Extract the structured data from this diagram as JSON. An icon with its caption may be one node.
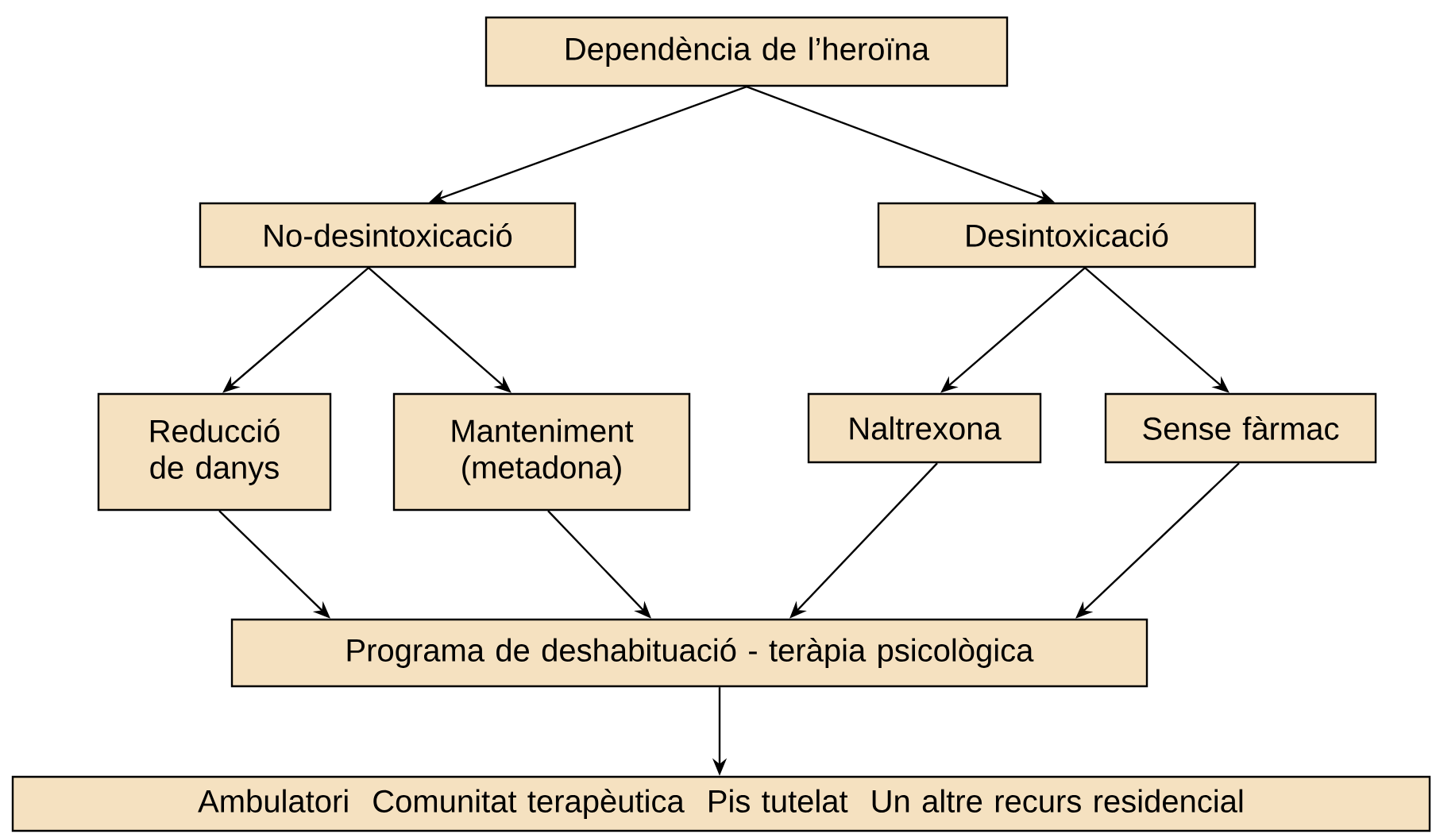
{
  "diagram": {
    "nodes": [
      {
        "text": [
          "Dependència de l’heroïna"
        ]
      },
      {
        "text": [
          "No-desintoxicació"
        ]
      },
      {
        "text": [
          "Desintoxicació"
        ]
      },
      {
        "text": [
          "Reducció de danys"
        ]
      },
      {
        "text": [
          "Manteniment (metadona)"
        ]
      },
      {
        "text": [
          "Naltrexona"
        ]
      },
      {
        "text": [
          "Sense fàrmac"
        ]
      },
      {
        "text": [
          "Programa de deshabituació - teràpia psicològica"
        ]
      },
      {
        "text": [
          "Ambulatori",
          "Comunitat terapèutica",
          "Pis tutelat",
          "Un altre recurs residencial"
        ]
      }
    ],
    "edges": [
      {
        "from": 0,
        "to": 1,
        "arrow": "to"
      },
      {
        "from": 0,
        "to": 2,
        "arrow": "to"
      },
      {
        "from": 1,
        "to": 3,
        "arrow": "to"
      },
      {
        "from": 1,
        "to": 4,
        "arrow": "to"
      },
      {
        "from": 2,
        "to": 5,
        "arrow": "to"
      },
      {
        "from": 2,
        "to": 6,
        "arrow": "to"
      },
      {
        "from": 3,
        "to": 7,
        "arrow": "to"
      },
      {
        "from": 4,
        "to": 7,
        "arrow": "to"
      },
      {
        "from": 5,
        "to": 7,
        "arrow": "to"
      },
      {
        "from": 6,
        "to": 7,
        "arrow": "to"
      },
      {
        "from": 7,
        "to": 8,
        "arrow": "to"
      }
    ]
  }
}
